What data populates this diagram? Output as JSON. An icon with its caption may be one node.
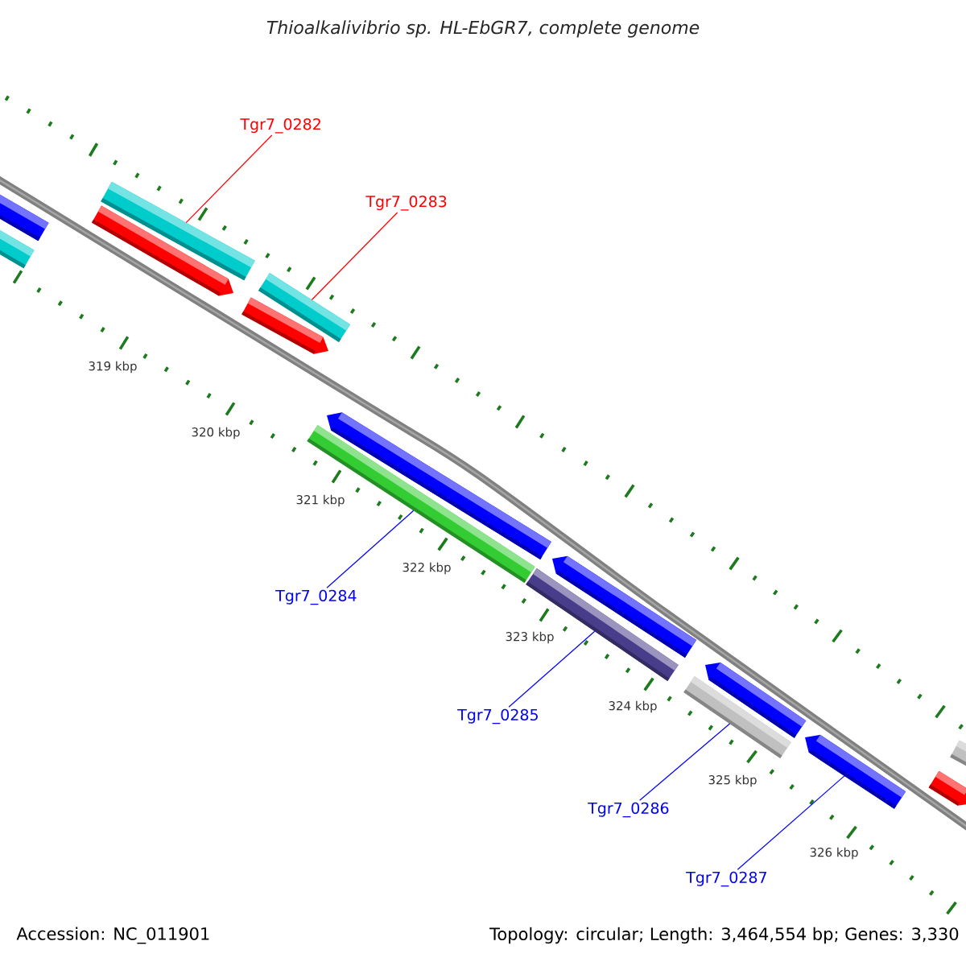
{
  "diagram": {
    "title": "Thioalkalivibrio sp. HL-EbGR7, complete genome",
    "nodes": [
      {
        "text": [],
        "shape": "bar"
      },
      {
        "text": [],
        "shape": "bar"
      },
      {
        "text": [],
        "shape": "bar"
      },
      {
        "text": [],
        "shape": "bar"
      },
      {
        "text": [],
        "shape": "bar"
      },
      {
        "text": [],
        "shape": "bar"
      },
      {
        "text": [],
        "shape": "bar"
      },
      {
        "text": [],
        "shape": "bar"
      },
      {
        "text": [],
        "shape": "bar"
      },
      {
        "text": [],
        "shape": "bar"
      },
      {
        "text": [],
        "shape": "bar"
      },
      {
        "text": [],
        "shape": "bar"
      },
      {
        "text": [],
        "shape": "bar"
      },
      {
        "text": [],
        "shape": "bar"
      },
      {
        "text": [],
        "shape": "bar"
      },
      {
        "text": [
          "Tgr7_0282"
        ]
      },
      {
        "text": [
          "Tgr7_0283"
        ]
      },
      {
        "text": [
          "Tgr7_0284"
        ]
      },
      {
        "text": [
          "Tgr7_0285"
        ]
      },
      {
        "text": [
          "Tgr7_0286"
        ]
      },
      {
        "text": [
          "Tgr7_0287"
        ]
      }
    ],
    "edges": [
      {
        "from": 15,
        "to": 2,
        "arrow": "none",
        "color": "#ff0000"
      },
      {
        "from": 16,
        "to": 4,
        "arrow": "none",
        "color": "#ff0000"
      },
      {
        "from": 17,
        "to": 7,
        "arrow": "none"
      },
      {
        "from": 18,
        "to": 9,
        "arrow": "none"
      },
      {
        "from": 19,
        "to": 11,
        "arrow": "none"
      },
      {
        "from": 20,
        "to": 12,
        "arrow": "none"
      }
    ],
    "labels": [
      "319 kbp",
      "320 kbp",
      "321 kbp",
      "322 kbp",
      "323 kbp",
      "324 kbp",
      "325 kbp",
      "326 kbp",
      "Accession: NC_011901",
      "Topology: circular; Length: 3,464,554 bp; Genes: 3,330"
    ]
  }
}
